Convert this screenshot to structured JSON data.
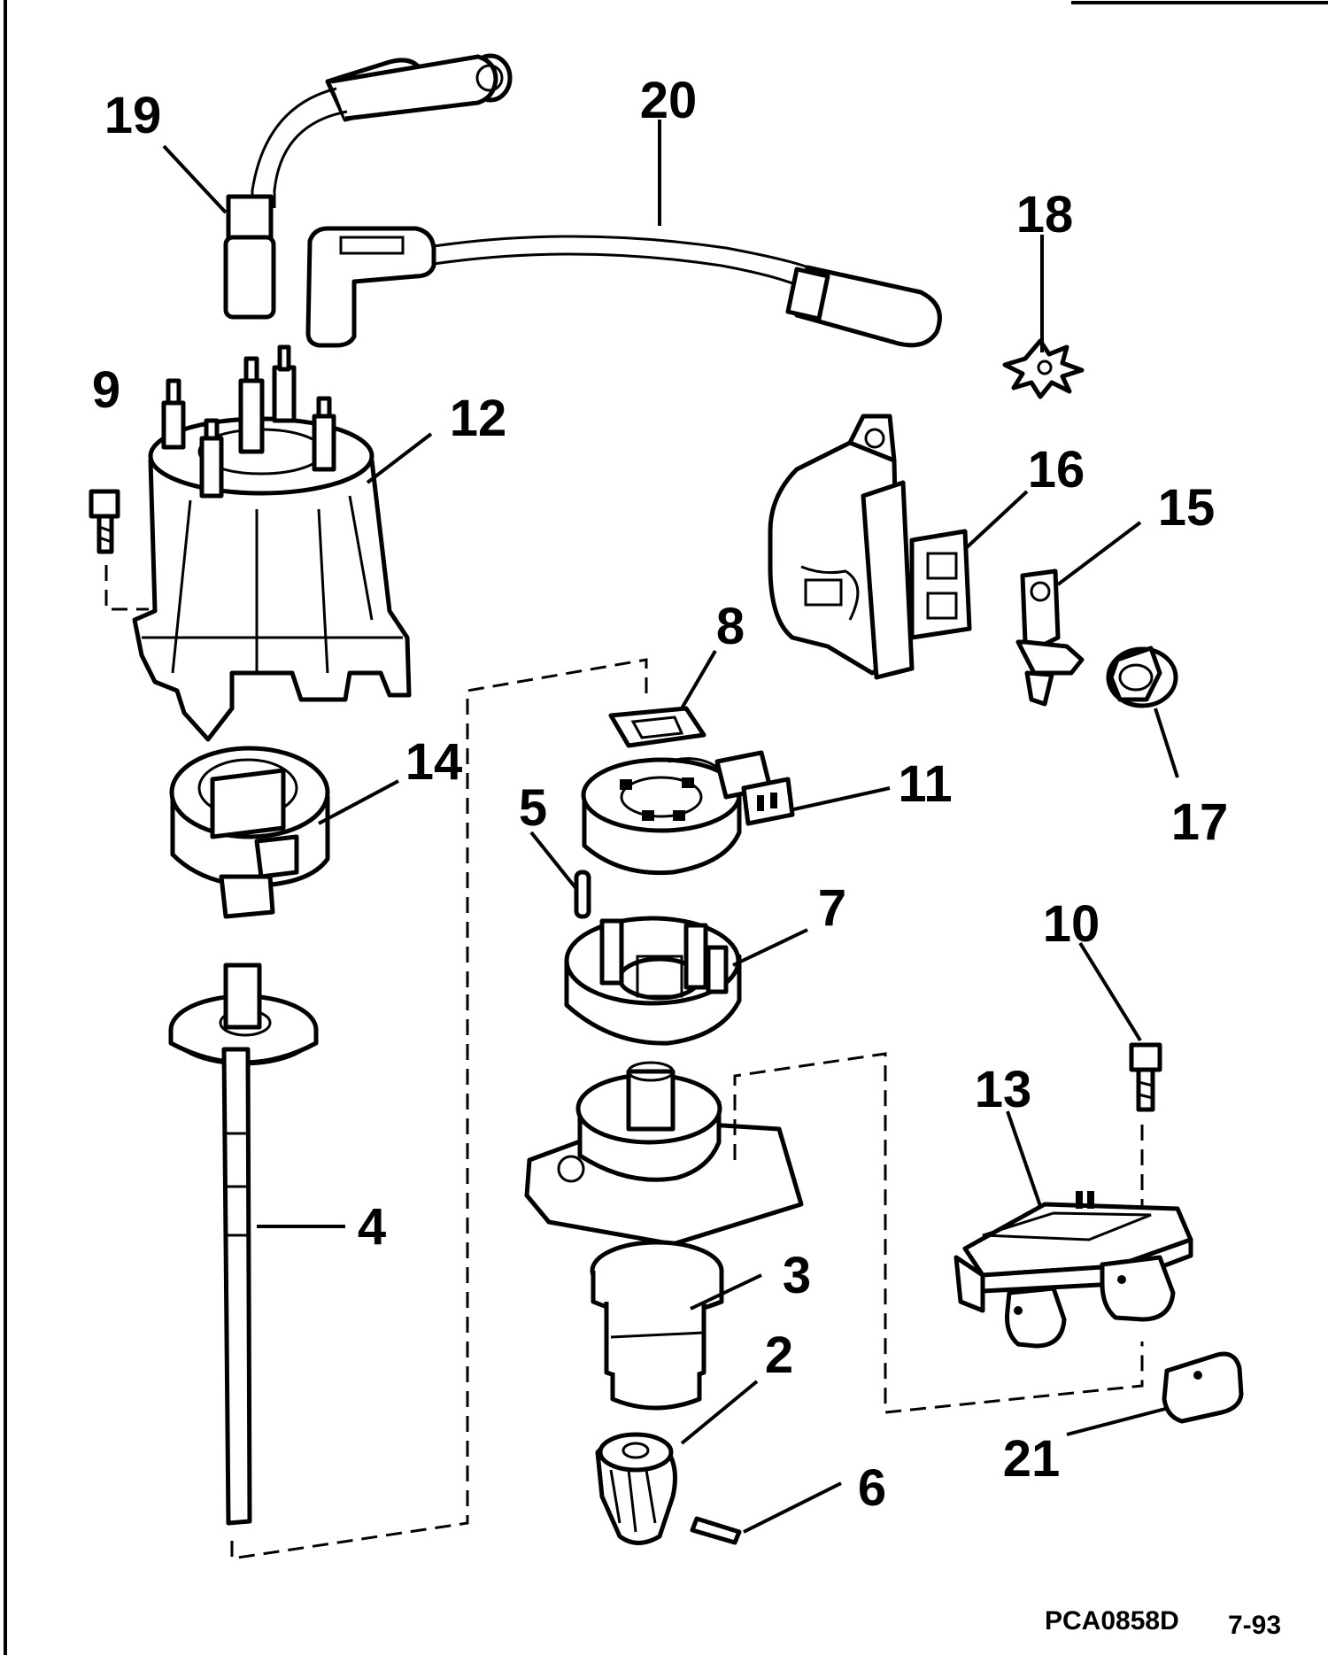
{
  "figure": {
    "code": "PCA0858D",
    "date": "7-93"
  },
  "callouts": [
    {
      "id": "c1",
      "text": "19"
    },
    {
      "id": "c2",
      "text": "20"
    },
    {
      "id": "c3",
      "text": "18"
    },
    {
      "id": "c4",
      "text": "9"
    },
    {
      "id": "c5",
      "text": "12"
    },
    {
      "id": "c6",
      "text": "16"
    },
    {
      "id": "c7",
      "text": "15"
    },
    {
      "id": "c8",
      "text": "8"
    },
    {
      "id": "c9",
      "text": "14"
    },
    {
      "id": "c10",
      "text": "5"
    },
    {
      "id": "c11",
      "text": "11"
    },
    {
      "id": "c12",
      "text": "17"
    },
    {
      "id": "c13",
      "text": "7"
    },
    {
      "id": "c14",
      "text": "10"
    },
    {
      "id": "c15",
      "text": "13"
    },
    {
      "id": "c16",
      "text": "4"
    },
    {
      "id": "c17",
      "text": "3"
    },
    {
      "id": "c18",
      "text": "2"
    },
    {
      "id": "c19",
      "text": "6"
    },
    {
      "id": "c20",
      "text": "21"
    }
  ]
}
